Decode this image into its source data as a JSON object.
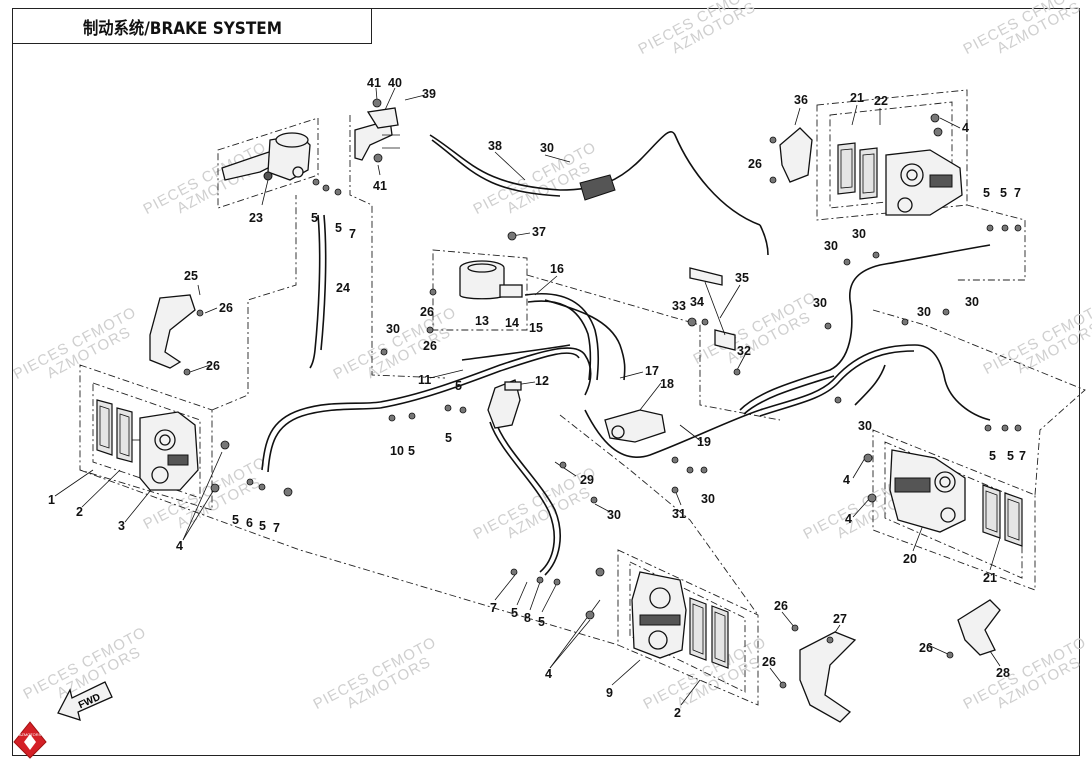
{
  "title": "制动系统/BRAKE SYSTEM",
  "watermark": {
    "line1": "PIECES CFMOTO",
    "line2": "AZMOTORS"
  },
  "fwd_label": "FWD",
  "brand_logo_text": "AZMOTORS",
  "colors": {
    "logo_red": "#d42027",
    "line": "#111111",
    "watermark": "#cfcfcf"
  },
  "callouts": {
    "c41a": "41",
    "c40": "40",
    "c39": "39",
    "c41b": "41",
    "c23": "23",
    "c5a": "5",
    "c5b": "5",
    "c7a": "7",
    "c24": "24",
    "c38": "38",
    "c30a": "30",
    "c36": "36",
    "c21a": "21",
    "c22": "22",
    "c4a": "4",
    "c26a": "26",
    "c5c": "5",
    "c5d": "5",
    "c7b": "7",
    "c25": "25",
    "c26b": "26",
    "c26c": "26",
    "c37": "37",
    "c16": "16",
    "c26d": "26",
    "c26e": "26",
    "c13": "13",
    "c14": "14",
    "c15": "15",
    "c35": "35",
    "c33": "33",
    "c34": "34",
    "c32": "32",
    "c30b": "30",
    "c30c": "30",
    "c30d": "30",
    "c30e": "30",
    "c30f": "30",
    "c30g": "30",
    "c11": "11",
    "c5e": "5",
    "c12": "12",
    "c17": "17",
    "c18": "18",
    "c19": "19",
    "c10": "10",
    "c5f": "5",
    "c5g": "5",
    "c1": "1",
    "c2a": "2",
    "c3": "3",
    "c4b": "4",
    "c5h": "5",
    "c6": "6",
    "c5i": "5",
    "c7c": "7",
    "c29": "29",
    "c30h": "30",
    "c31": "31",
    "c30i": "30",
    "c5j": "5",
    "c5k": "5",
    "c7d": "7",
    "c4c": "4",
    "c4d": "4",
    "c20": "20",
    "c21b": "21",
    "c7e": "7",
    "c5l": "5",
    "c8": "8",
    "c5m": "5",
    "c4e": "4",
    "c9": "9",
    "c2b": "2",
    "c26f": "26",
    "c27": "27",
    "c26g": "26",
    "c26h": "26",
    "c28": "28",
    "c30j": "30"
  }
}
